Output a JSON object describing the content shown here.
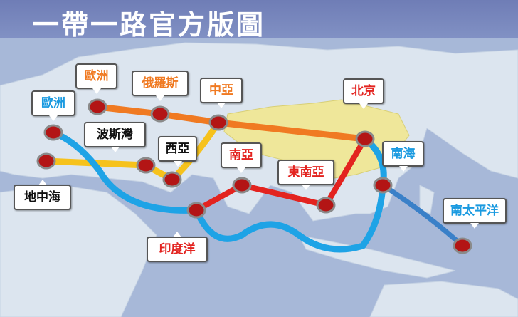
{
  "title": "一帶一路官方版圖",
  "colors": {
    "ocean": "#a7b8d8",
    "land": "#dce5ef",
    "china": "#efe79a",
    "silk_road_belt": "#f07a22",
    "belt_branch": "#f6c21c",
    "maritime_route": "#1ea3e6",
    "south_asia_route": "#e3231f",
    "south_pacific_route": "#3a80c8"
  },
  "labels": {
    "europe_north": "歐洲",
    "russia": "俄羅斯",
    "central_asia": "中亞",
    "beijing": "北京",
    "europe_west": "歐洲",
    "persian_gulf": "波斯灣",
    "west_asia": "西亞",
    "south_asia": "南亞",
    "southeast_asia": "東南亞",
    "south_china_sea": "南海",
    "mediterranean": "地中海",
    "south_pacific": "南太平洋",
    "indian_ocean": "印度洋"
  }
}
